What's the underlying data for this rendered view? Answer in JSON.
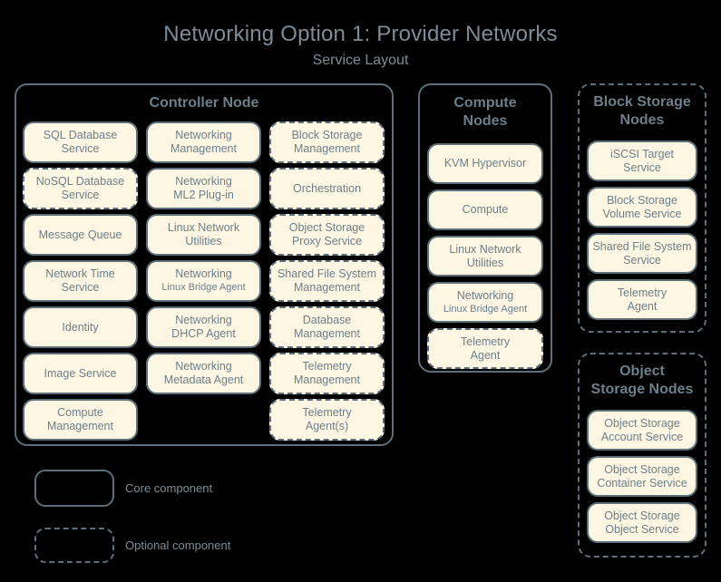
{
  "header": {
    "title": "Networking Option 1: Provider Networks",
    "subtitle": "Service Layout"
  },
  "groups": {
    "controller": {
      "title": "Controller Node",
      "type": "core",
      "columns": [
        {
          "items": [
            {
              "l1": "SQL Database",
              "l2": "Service",
              "type": "core"
            },
            {
              "l1": "NoSQL Database",
              "l2": "Service",
              "type": "optional"
            },
            {
              "l1": "Message Queue",
              "l2": "",
              "type": "core"
            },
            {
              "l1": "Network Time",
              "l2": "Service",
              "type": "core"
            },
            {
              "l1": "Identity",
              "l2": "",
              "type": "core"
            },
            {
              "l1": "Image Service",
              "l2": "",
              "type": "core"
            },
            {
              "l1": "Compute",
              "l2": "Management",
              "type": "core"
            }
          ]
        },
        {
          "items": [
            {
              "l1": "Networking",
              "l2": "Management",
              "type": "core"
            },
            {
              "l1": "Networking",
              "l2": "ML2 Plug-in",
              "type": "core"
            },
            {
              "l1": "Linux Network",
              "l2": "Utilities",
              "type": "core"
            },
            {
              "l1": "Networking",
              "l2": "Linux Bridge Agent",
              "type": "core",
              "small2": true
            },
            {
              "l1": "Networking",
              "l2": "DHCP Agent",
              "type": "core"
            },
            {
              "l1": "Networking",
              "l2": "Metadata Agent",
              "type": "core"
            }
          ]
        },
        {
          "items": [
            {
              "l1": "Block Storage",
              "l2": "Management",
              "type": "optional"
            },
            {
              "l1": "Orchestration",
              "l2": "",
              "type": "optional"
            },
            {
              "l1": "Object Storage",
              "l2": "Proxy Service",
              "type": "optional"
            },
            {
              "l1": "Shared File System",
              "l2": "Management",
              "type": "optional"
            },
            {
              "l1": "Database",
              "l2": "Management",
              "type": "optional"
            },
            {
              "l1": "Telemetry",
              "l2": "Management",
              "type": "optional"
            },
            {
              "l1": "Telemetry",
              "l2": "Agent(s)",
              "type": "optional"
            }
          ]
        }
      ]
    },
    "compute": {
      "title_l1": "Compute",
      "title_l2": "Nodes",
      "type": "core",
      "items": [
        {
          "l1": "KVM Hypervisor",
          "l2": "",
          "type": "core"
        },
        {
          "l1": "Compute",
          "l2": "",
          "type": "core"
        },
        {
          "l1": "Linux Network",
          "l2": "Utilities",
          "type": "core"
        },
        {
          "l1": "Networking",
          "l2": "Linux Bridge Agent",
          "type": "core",
          "small2": true
        },
        {
          "l1": "Telemetry",
          "l2": "Agent",
          "type": "optional"
        }
      ]
    },
    "block_storage": {
      "title_l1": "Block Storage",
      "title_l2": "Nodes",
      "type": "optional",
      "items": [
        {
          "l1": "iSCSI Target",
          "l2": "Service",
          "type": "core"
        },
        {
          "l1": "Block Storage",
          "l2": "Volume Service",
          "type": "core"
        },
        {
          "l1": "Shared File System",
          "l2": "Service",
          "type": "core"
        },
        {
          "l1": "Telemetry",
          "l2": "Agent",
          "type": "core"
        }
      ]
    },
    "object_storage": {
      "title_l1": "Object",
      "title_l2": "Storage Nodes",
      "type": "optional",
      "items": [
        {
          "l1": "Object Storage",
          "l2": "Account Service",
          "type": "core"
        },
        {
          "l1": "Object Storage",
          "l2": "Container Service",
          "type": "core"
        },
        {
          "l1": "Object Storage",
          "l2": "Object Service",
          "type": "core"
        }
      ]
    }
  },
  "legend": {
    "core_label": "Core component",
    "optional_label": "Optional component"
  },
  "colors": {
    "background": "#000000",
    "box_fill": "#fdf6e3",
    "border": "#5d7079",
    "text": "#6d7f89",
    "title_text": "#7d8c96"
  }
}
